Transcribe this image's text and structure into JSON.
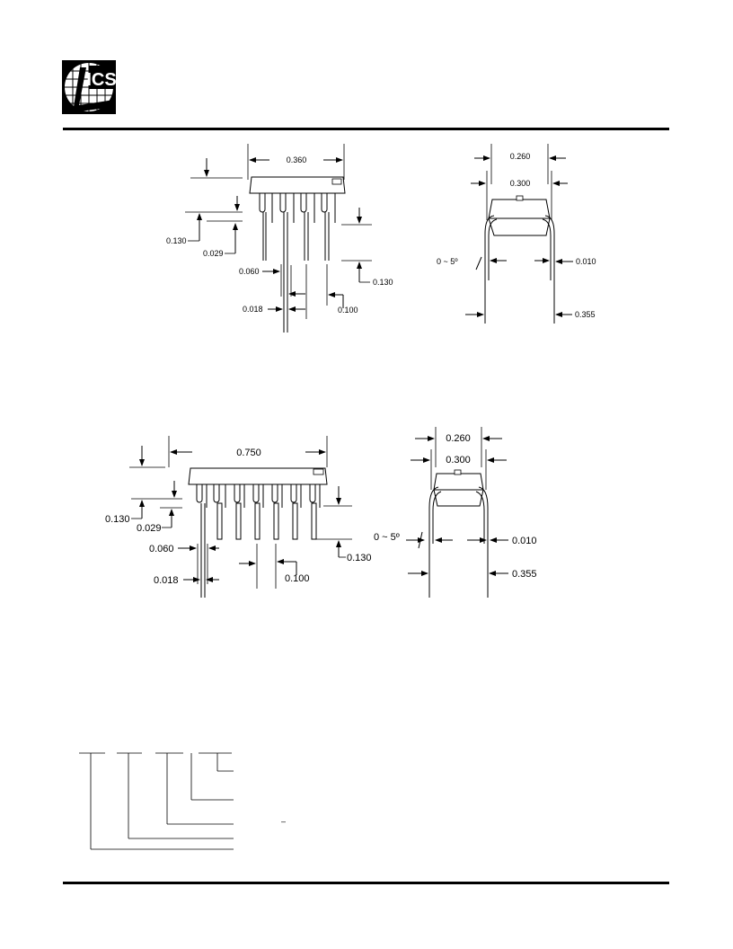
{
  "logo": {
    "text": "ICS",
    "icon": "ics-logo-icon"
  },
  "package_8": {
    "body_length": "0.360",
    "pin_bottom": "0.130",
    "standoff": "0.029",
    "pin_length": "0.130",
    "pin_width_upper": "0.060",
    "pin_width_lower": "0.018",
    "pin_pitch": "0.100",
    "end_body_width": "0.260",
    "end_row_spacing": "0.300",
    "lead_angle": "0 ~ 5º",
    "lead_thickness": "0.010",
    "lead_spread": "0.355"
  },
  "package_14": {
    "body_length": "0.750",
    "pin_bottom": "0.130",
    "standoff": "0.029",
    "pin_length": "0.130",
    "pin_width_upper": "0.060",
    "pin_width_lower": "0.018",
    "pin_pitch": "0.100",
    "end_body_width": "0.260",
    "end_row_spacing": "0.300",
    "lead_angle": "0 ~ 5º",
    "lead_thickness": "0.010",
    "lead_spread": "0.355"
  },
  "ordering": {
    "dash": "–"
  }
}
